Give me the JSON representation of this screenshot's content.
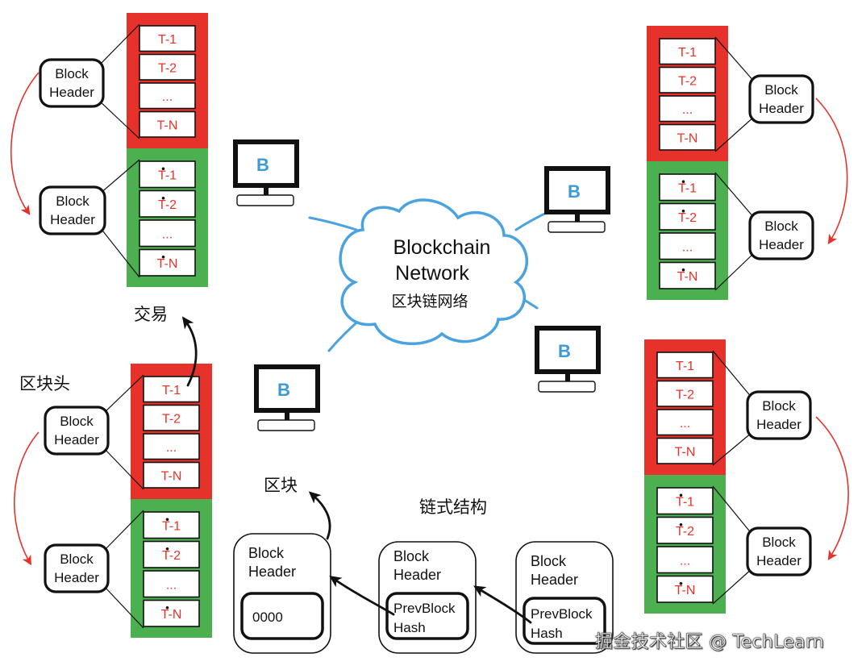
{
  "tx_labels": [
    "T-1",
    "T-2",
    "...",
    "T-N"
  ],
  "block_header_line1": "Block",
  "block_header_line2": "Header",
  "node_label": "B",
  "cloud_line1": "Blockchain",
  "cloud_line2": "Network",
  "cloud_line3": "区块链网络",
  "annotations": {
    "transaction": "交易",
    "block_header": "区块头",
    "block": "区块",
    "chain_structure": "链式结构"
  },
  "chain": {
    "genesis_value": "0000",
    "prev_hash_line1": "PrevBlock",
    "prev_hash_line2": "Hash"
  },
  "watermark": "掘金技术社区 @ TechLearn",
  "colors": {
    "block_red": "#e6322b",
    "block_green": "#4caf50",
    "cloud_blue": "#4aa3df",
    "arrow_red": "#e6322b",
    "tx_text_red": "#e6322b",
    "node_b_blue": "#3d9ad9"
  }
}
